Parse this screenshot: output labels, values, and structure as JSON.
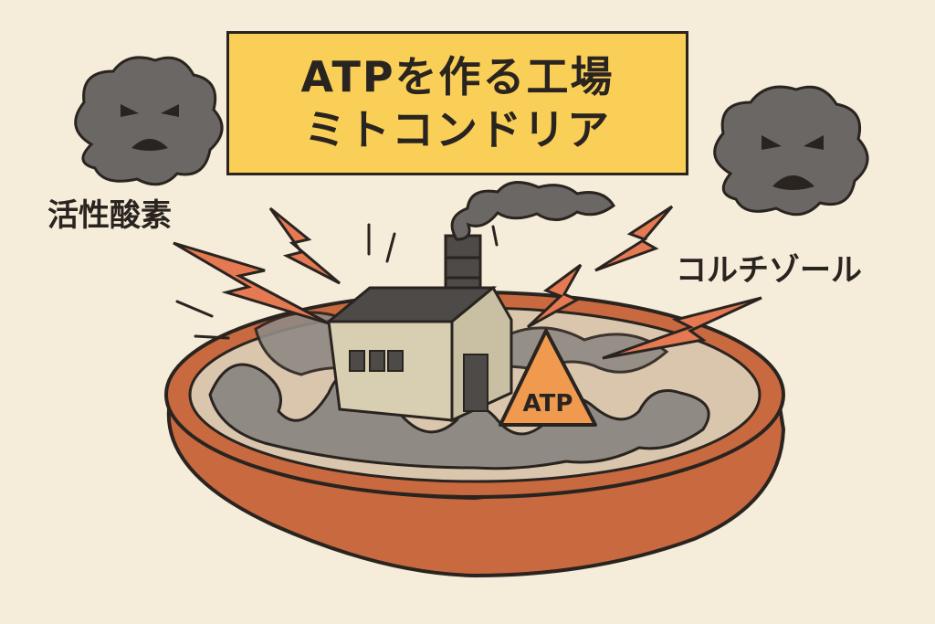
{
  "title": {
    "line1": "ATPを作る工場",
    "line2": "ミトコンドリア"
  },
  "labels": {
    "left_cloud": "活性酸素",
    "right_cloud": "コルチゾール",
    "triangle": "ATP"
  },
  "icons": [
    "angry-cloud-icon",
    "factory-icon",
    "lightning-bolt-icon",
    "warning-triangle-icon",
    "smoke-icon"
  ],
  "colors": {
    "background": "#f5ecd9",
    "title_box": "#f9cf57",
    "mitochondria_outer": "#c8693f",
    "mitochondria_inner": "#d9c6ad",
    "cristae": "#8f8a84",
    "factory_wall": "#d8cfb3",
    "factory_roof": "#4d4a47",
    "lightning": "#e57a52",
    "cloud": "#6a6764",
    "triangle": "#ef9a4f",
    "outline": "#2a2420"
  }
}
